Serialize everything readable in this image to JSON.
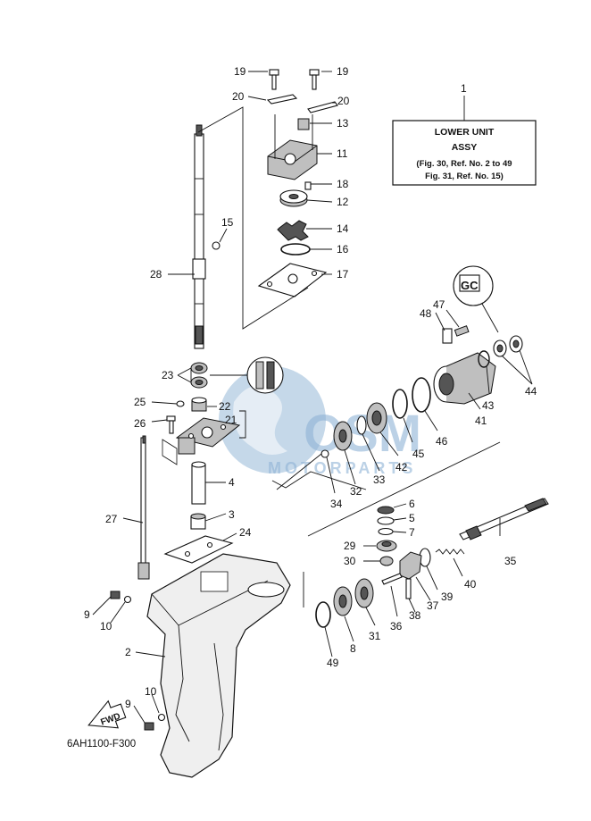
{
  "callouts": [
    {
      "id": "c1",
      "text": "1"
    },
    {
      "id": "c19a",
      "text": "19"
    },
    {
      "id": "c19b",
      "text": "19"
    },
    {
      "id": "c20a",
      "text": "20"
    },
    {
      "id": "c20b",
      "text": "20"
    },
    {
      "id": "c13",
      "text": "13"
    },
    {
      "id": "c11",
      "text": "11"
    },
    {
      "id": "c18",
      "text": "18"
    },
    {
      "id": "c12",
      "text": "12"
    },
    {
      "id": "c14",
      "text": "14"
    },
    {
      "id": "c16",
      "text": "16"
    },
    {
      "id": "c17",
      "text": "17"
    },
    {
      "id": "c15",
      "text": "15"
    },
    {
      "id": "c28",
      "text": "28"
    },
    {
      "id": "c23",
      "text": "23"
    },
    {
      "id": "c22",
      "text": "22"
    },
    {
      "id": "c21",
      "text": "21"
    },
    {
      "id": "c25",
      "text": "25"
    },
    {
      "id": "c26",
      "text": "26"
    },
    {
      "id": "c27",
      "text": "27"
    },
    {
      "id": "c4",
      "text": "4"
    },
    {
      "id": "c3",
      "text": "3"
    },
    {
      "id": "c24",
      "text": "24"
    },
    {
      "id": "c9a",
      "text": "9"
    },
    {
      "id": "c10a",
      "text": "10"
    },
    {
      "id": "c2",
      "text": "2"
    },
    {
      "id": "c10b",
      "text": "10"
    },
    {
      "id": "c9b",
      "text": "9"
    },
    {
      "id": "c47",
      "text": "47"
    },
    {
      "id": "c48",
      "text": "48"
    },
    {
      "id": "c44",
      "text": "44"
    },
    {
      "id": "c43",
      "text": "43"
    },
    {
      "id": "c41",
      "text": "41"
    },
    {
      "id": "c46",
      "text": "46"
    },
    {
      "id": "c45",
      "text": "45"
    },
    {
      "id": "c42",
      "text": "42"
    },
    {
      "id": "c33",
      "text": "33"
    },
    {
      "id": "c32",
      "text": "32"
    },
    {
      "id": "c34",
      "text": "34"
    },
    {
      "id": "c6",
      "text": "6"
    },
    {
      "id": "c5",
      "text": "5"
    },
    {
      "id": "c7",
      "text": "7"
    },
    {
      "id": "c29",
      "text": "29"
    },
    {
      "id": "c30",
      "text": "30"
    },
    {
      "id": "c35",
      "text": "35"
    },
    {
      "id": "c40",
      "text": "40"
    },
    {
      "id": "c39",
      "text": "39"
    },
    {
      "id": "c37",
      "text": "37"
    },
    {
      "id": "c38",
      "text": "38"
    },
    {
      "id": "c36",
      "text": "36"
    },
    {
      "id": "c31",
      "text": "31"
    },
    {
      "id": "c8",
      "text": "8"
    },
    {
      "id": "c49",
      "text": "49"
    }
  ],
  "assy_box": {
    "line1": "LOWER UNIT",
    "line2": "ASSY",
    "line3": "(Fig. 30, Ref. No. 2 to 49",
    "line4": "Fig. 31, Ref. No. 15)"
  },
  "fwd_label": "FWD",
  "grease_label": "GC",
  "diagram_code": "6AH1100-F300",
  "watermark": {
    "text1": "OSM",
    "text2": "MOTORPARTS"
  }
}
